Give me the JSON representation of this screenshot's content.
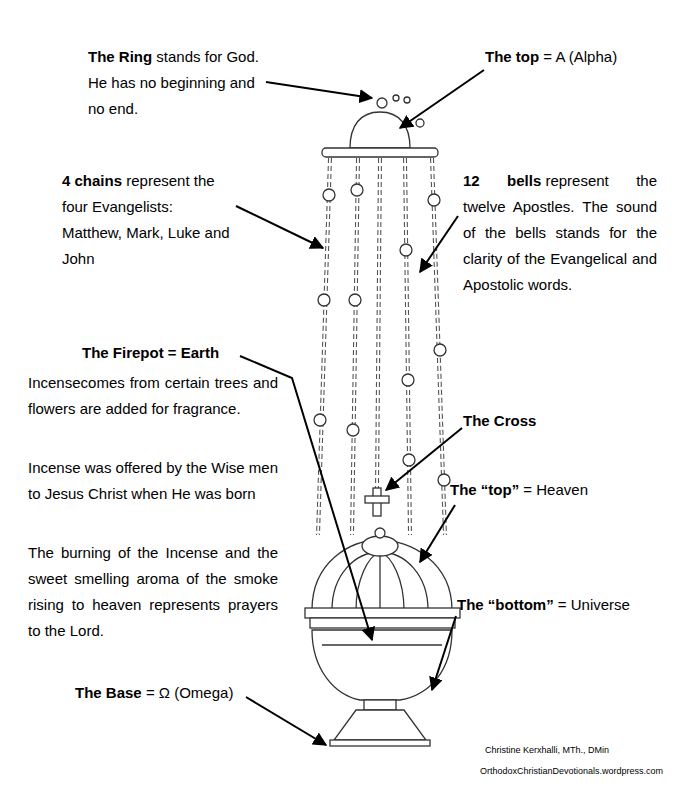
{
  "diagram": {
    "labels": [
      "The Ring",
      "stands for God. He has no beginning and no end.",
      "The top",
      "= A (Alpha)",
      "4 chains",
      "represent the four Evangelists: Matthew, Mark, Luke and John",
      "12 bells",
      "represent the twelve Apostles. The sound of the bells stands for the clarity of the Evangelical and Apostolic words.",
      "The Firepot = Earth",
      "Incense",
      "comes from certain trees and flowers are added for fragrance.",
      "Incense was offered by the Wise men to Jesus Christ when He was born",
      "The burning of the Incense and the sweet smelling aroma of the smoke rising to heaven represents prayers to the Lord.",
      "The Cross",
      "The “top”",
      "= Heaven",
      "The “bottom”",
      "= Universe",
      "The Base",
      "= Ω (Omega)",
      "Christine Kerxhalli, MTh., DMin",
      "OrthodoxChristianDevotionals.wordpress.com"
    ]
  }
}
